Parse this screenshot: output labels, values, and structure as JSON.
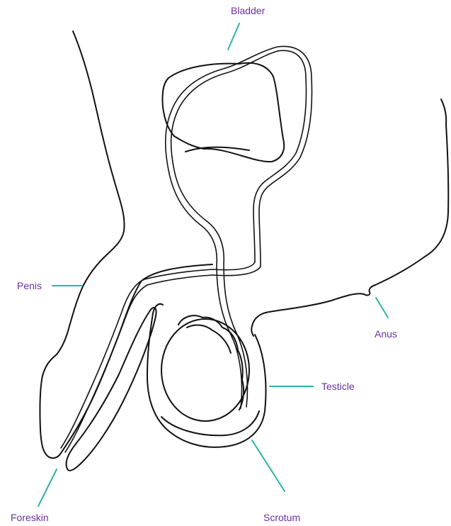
{
  "labels": {
    "bladder": "Bladder",
    "penis": "Penis",
    "anus": "Anus",
    "testicle": "Testicle",
    "foreskin": "Foreskin",
    "scrotum": "Scrotum"
  },
  "colors": {
    "label_text": "#6a2fa0",
    "leader_line": "#2bb3a8",
    "outline": "#111111",
    "background": "#ffffff"
  }
}
